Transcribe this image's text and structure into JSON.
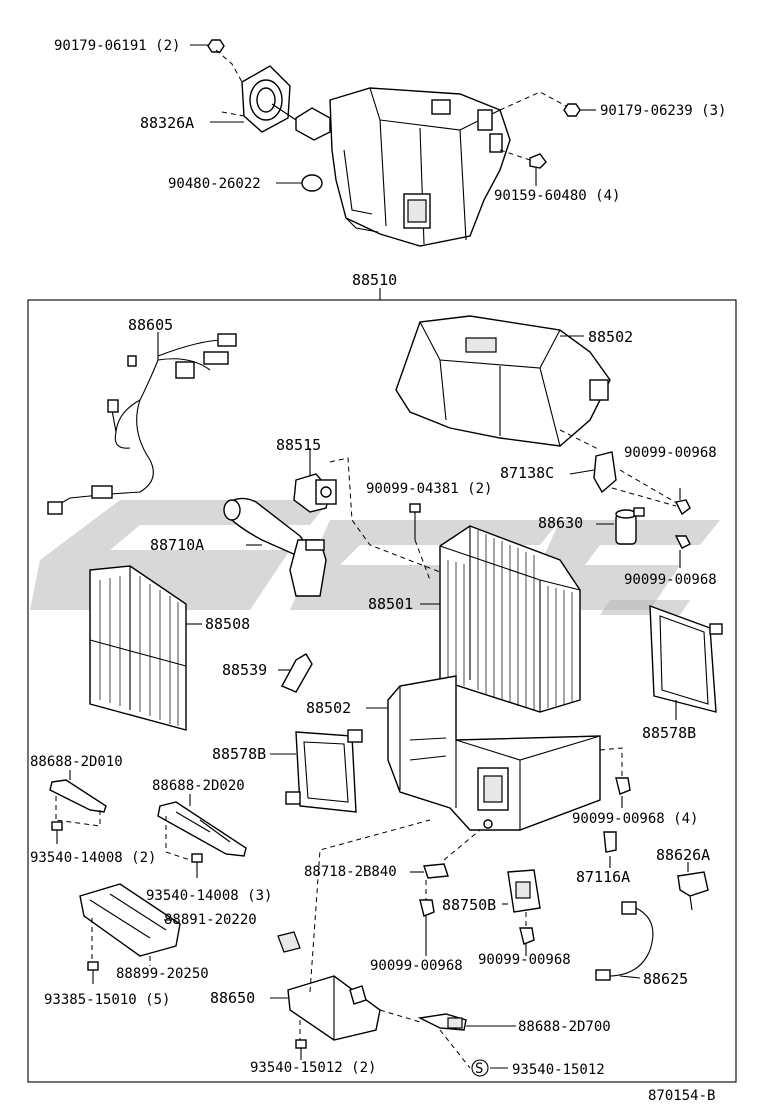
{
  "labels": {
    "p90179_06191": "90179-06191 (2)",
    "p88326A": "88326A",
    "p90480_26022": "90480-26022",
    "p90179_06239": "90179-06239 (3)",
    "p90159_60480": "90159-60480 (4)",
    "p88510": "88510",
    "p88605": "88605",
    "p88502_top": "88502",
    "p88515": "88515",
    "p90099_04381": "90099-04381 (2)",
    "p90099_00968_a": "90099-00968",
    "p87138C": "87138C",
    "p88630": "88630",
    "p88710A": "88710A",
    "p90099_00968_b": "90099-00968",
    "p88501": "88501",
    "p88508": "88508",
    "p88539": "88539",
    "p88578B_right": "88578B",
    "p88502_bottom": "88502",
    "p88578B_left": "88578B",
    "p88688_2D010": "88688-2D010",
    "p88688_2D020": "88688-2D020",
    "p90099_00968_4": "90099-00968 (4)",
    "p93540_14008_2": "93540-14008 (2)",
    "p88718_2B840": "88718-2B840",
    "p87116A": "87116A",
    "p88626A": "88626A",
    "p93540_14008_3": "93540-14008 (3)",
    "p88750B": "88750B",
    "p88891_20220": "88891-20220",
    "p88899_20250": "88899-20250",
    "p90099_00968_c": "90099-00968",
    "p90099_00968_d": "90099-00968",
    "p88625": "88625",
    "p93385_15010": "93385-15010 (5)",
    "p88650": "88650",
    "p88688_2D700": "88688-2D700",
    "p93540_15012_2": "93540-15012 (2)",
    "s_mark": "S",
    "p93540_15012": "93540-15012",
    "diagram_id": "870154-B"
  }
}
